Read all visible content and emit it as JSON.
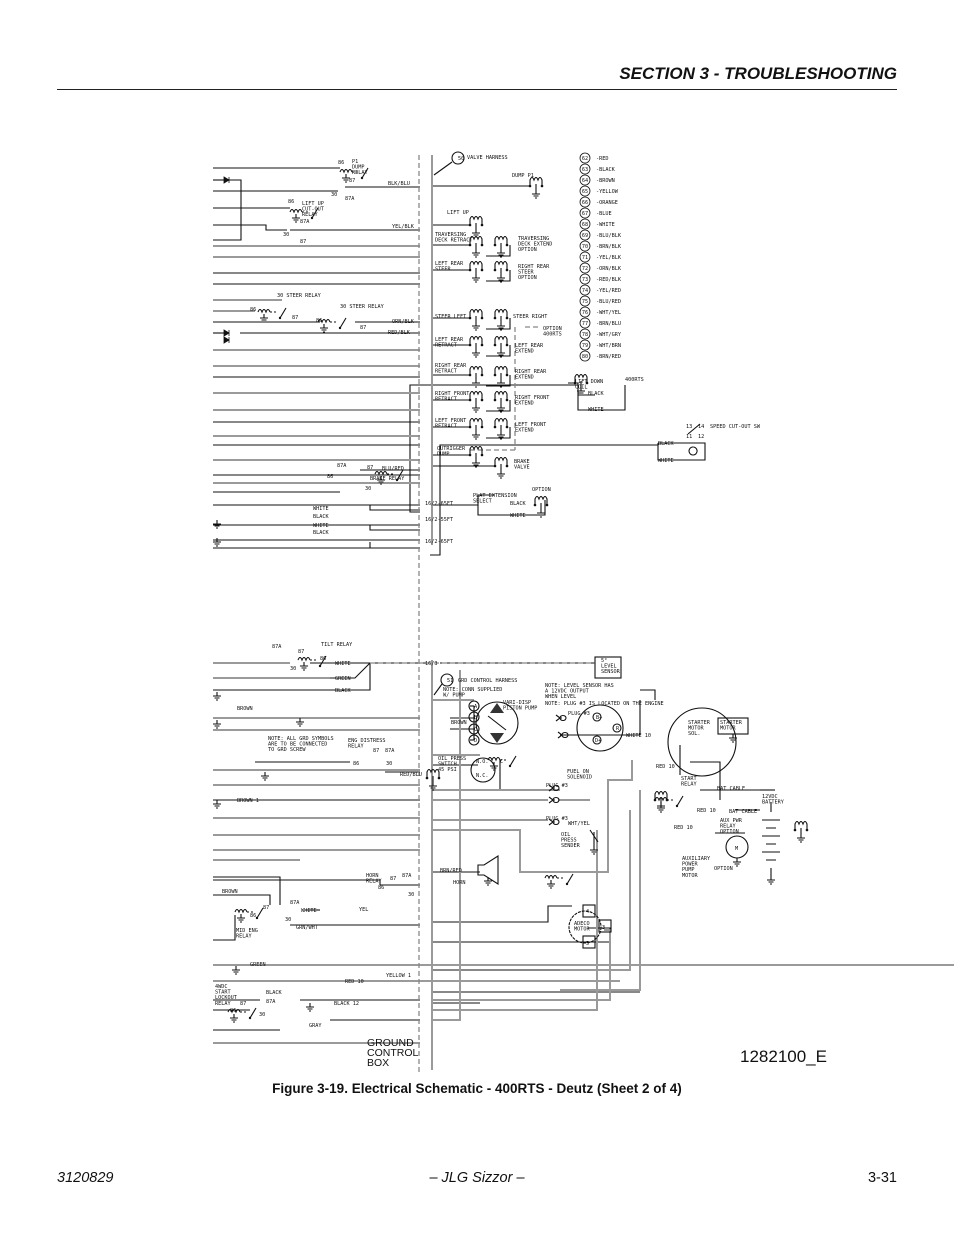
{
  "header": {
    "section_title": "SECTION 3 - TROUBLESHOOTING"
  },
  "figure": {
    "caption": "Figure 3-19.  Electrical Schematic - 400RTS - Deutz (Sheet 2 of 4)",
    "drawing_number": "1282100_E"
  },
  "footer": {
    "doc_number": "3120829",
    "product": "– JLG Sizzor –",
    "page": "3-31"
  },
  "wire_legend": [
    {
      "num": "62",
      "color": "-RED"
    },
    {
      "num": "63",
      "color": "-BLACK"
    },
    {
      "num": "64",
      "color": "-BROWN"
    },
    {
      "num": "65",
      "color": "-YELLOW"
    },
    {
      "num": "66",
      "color": "-ORANGE"
    },
    {
      "num": "67",
      "color": "-BLUE"
    },
    {
      "num": "68",
      "color": "-WHITE"
    },
    {
      "num": "69",
      "color": "-BLU/BLK"
    },
    {
      "num": "70",
      "color": "-BRN/BLK"
    },
    {
      "num": "71",
      "color": "-YEL/BLK"
    },
    {
      "num": "72",
      "color": "-ORN/BLK"
    },
    {
      "num": "73",
      "color": "-RED/BLK"
    },
    {
      "num": "74",
      "color": "-YEL/RED"
    },
    {
      "num": "75",
      "color": "-BLU/RED"
    },
    {
      "num": "76",
      "color": "-WHT/YEL"
    },
    {
      "num": "77",
      "color": "-BRN/BLU"
    },
    {
      "num": "78",
      "color": "-WHT/GRY"
    },
    {
      "num": "79",
      "color": "-WHT/BRN"
    },
    {
      "num": "80",
      "color": "-BRN/RED"
    }
  ],
  "schematic": {
    "labels": {
      "harness50": "50",
      "valve_harness": "VALVE HARNESS",
      "dump_p1": "DUMP P1",
      "p1_dump_relay": [
        "P1",
        "DUMP",
        "RELAY"
      ],
      "r86a": "86",
      "r87a": "87",
      "r30a": "30",
      "r87Aa": "87A",
      "blk_blu": "BLK/BLU",
      "lift_up_relay": [
        "LIFT UP",
        "CUT-OUT",
        "RELAY"
      ],
      "r86b": "86",
      "r87Ab": "87A",
      "r30b": "30",
      "r87b": "87",
      "yel_blk": "YEL/BLK",
      "lift_up": "LIFT UP",
      "trav_retract": [
        "TRAVERSING",
        "DECK RETRACT"
      ],
      "trav_extend": [
        "TRAVERSING",
        "DECK EXTEND",
        "OPTION"
      ],
      "lr_steer": [
        "LEFT REAR",
        "STEER"
      ],
      "rr_steer": [
        "RIGHT REAR",
        "STEER",
        "OPTION"
      ],
      "steer_relay1": "30  STEER RELAY",
      "steer_relay2": "30 STEER RELAY",
      "r87c": "87",
      "r87d": "87",
      "r86c": "86",
      "r86d": "86",
      "orn_blk": "ORN/BLK",
      "red_blk": "RED/BLK",
      "steer_left": "STEER LEFT",
      "steer_right": "STEER RIGHT",
      "option_400": [
        "OPTION",
        "400RTS"
      ],
      "lr_retract": [
        "LEFT REAR",
        "RETRACT"
      ],
      "lr_extend": [
        "LEFT REAR",
        "EXTEND"
      ],
      "rr_retract": [
        "RIGHT REAR",
        "RETRACT"
      ],
      "rr_extend": [
        "RIGHT REAR",
        "EXTEND"
      ],
      "rf_retract": [
        "RIGHT FRONT",
        "RETRACT"
      ],
      "rf_extend": [
        "RIGHT FRONT",
        "EXTEND"
      ],
      "lf_retract": [
        "LEFT FRONT",
        "RETRACT"
      ],
      "lf_extend": [
        "LEFT FRONT",
        "EXTEND"
      ],
      "outrigger_dump": [
        "OUTRIGGER",
        "DUMP"
      ],
      "brake_valve": [
        "BRAKE",
        "VALVE"
      ],
      "lift_down_coil": [
        "LIFT DOWN",
        "COIL"
      ],
      "rts400": "400RTS",
      "ld_black": "BLACK",
      "ld_white": "WHITE",
      "speed_cutout": "SPEED CUT-OUT SW",
      "sw13": "13",
      "sw14": "14",
      "sw11": "11",
      "sw12": "12",
      "sc_black": "BLACK",
      "sc_white": "WHITE",
      "brake_87A": "87A",
      "brake_87": "87",
      "brake_86": "86",
      "brake_30": "30",
      "blu_red": "BLU/RED",
      "brake_relay": "BRAKE RELAY",
      "plat_ext": [
        "PLAT EXTENSION",
        "SELECT"
      ],
      "pe_option": "OPTION",
      "pe_black": "BLACK",
      "pe_white": "WHITE",
      "w1_white": "WHITE",
      "w1_black": "BLACK",
      "w2_white": "WHITE",
      "w2_black": "BLACK",
      "c1": "16/2-65FT",
      "c2": "16/2-55FT",
      "c3": "16/2-65FT",
      "tilt_relay": "TILT RELAY",
      "t87A": "87A",
      "t87": "87",
      "t86": "86",
      "t30": "30",
      "t_white": "WHITE",
      "t_green": "GREEN",
      "t_black": "BLACK",
      "c163": "16/3",
      "level_sensor": [
        "5°",
        "LEVEL",
        "SENSOR"
      ],
      "level_note": [
        "NOTE: LEVEL SENSOR HAS",
        "A 12VDC OUTPUT",
        "WHEN LEVEL"
      ],
      "plug_note": "NOTE: PLUG #3 IS LOCATED ON THE ENGINE",
      "harness51": "51",
      "grd_harness": "GRD CONTROL HARNESS",
      "conn_note": [
        "NOTE: CONN SUPPLIED",
        "W/ PUMP"
      ],
      "pump": [
        "VARI-DISP",
        "PISTON PUMP"
      ],
      "pinA": "A",
      "pinB": "B",
      "pinC": "C",
      "pinD": "D",
      "brown_pump": "BROWN",
      "brown1": "BROWN",
      "grd_note": [
        "NOTE: ALL GRD SYMBOLS",
        "ARE TO BE CONNECTED",
        "TO GRD SCREW"
      ],
      "eng_distress": [
        "ENG DISTRESS",
        "RELAY"
      ],
      "e87": "87",
      "e87A": "87A",
      "e86": "86",
      "e30": "30",
      "red_blu": "RED/BLU",
      "oil_switch": [
        "OIL PRESS",
        "SWITCH",
        "45 PSI"
      ],
      "no": "N.O.",
      "nc": "N.C.",
      "cc": "C",
      "brown_1": "BROWN 1",
      "plug3a": "PLUG #3",
      "plug3b": "PLUG #3",
      "plug3c": "PLUG #3",
      "fuel_sol": [
        "FUEL ON",
        "SOLENOID"
      ],
      "wht_yel": "WHT/YEL",
      "oil_sender": [
        "OIL",
        "PRESS",
        "SENDER"
      ],
      "white10": "WHITE 10",
      "red10a": "RED 10",
      "red10b": "RED 10",
      "red10c": "RED 10",
      "starter_sol": [
        "STARTER",
        "MOTOR",
        "SOL."
      ],
      "starter_motor": [
        "STARTER",
        "MOTOR"
      ],
      "start_relay": [
        "START",
        "RELAY"
      ],
      "bat_cable_v": "BAT CABLE",
      "bat_cable_h": "BAT CABLE",
      "battery": [
        "12VDC",
        "BATTERY"
      ],
      "aux_relay": [
        "AUX PWR",
        "RELAY",
        "OPTION"
      ],
      "aux_motor": [
        "AUXILIARY",
        "POWER",
        "PUMP",
        "MOTOR"
      ],
      "aux_option": "OPTION",
      "motor_m": "M",
      "gen_b": "B+",
      "gen_r": "R",
      "gen_d": "D+",
      "horn_relay": [
        "HORN",
        "RELAY"
      ],
      "h87": "87",
      "h87A": "87A",
      "h86": "86",
      "h30": "30",
      "brn_red": "BRN/RED",
      "horn": "HORN",
      "yel": "YEL",
      "brown2": "BROWN",
      "m87": "87",
      "m87A": "87A",
      "m86": "86",
      "m30": "30",
      "m_white": "WHITE",
      "grn_wht": "GRN/WHT",
      "mid_eng": [
        "MID ENG",
        "RELAY"
      ],
      "adeco": [
        "ADECO",
        "MOTOR"
      ],
      "p4": "4",
      "p3": "3",
      "p5": "5",
      "green_b": "GREEN",
      "yellow1": "YELLOW 1",
      "red10d": "RED 10",
      "lockout": [
        "4WDC",
        "START",
        "LOCKOUT",
        "RELAY"
      ],
      "l87": "87",
      "l87A": "87A",
      "l86": "86",
      "l30": "30",
      "l_black": "BLACK",
      "black12": "BLACK 12",
      "gray": "GRAY",
      "gcb": [
        "GROUND",
        "CONTROL",
        "BOX"
      ]
    }
  }
}
